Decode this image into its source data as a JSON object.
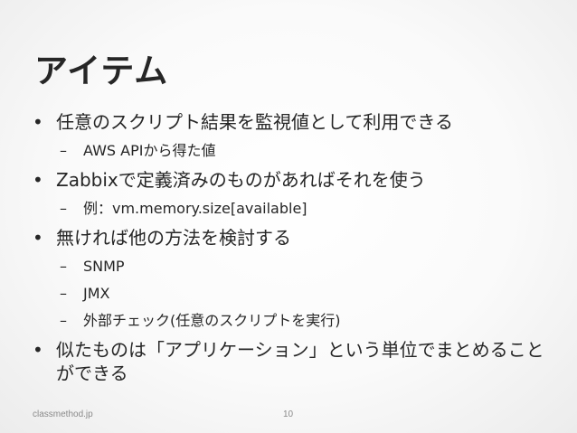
{
  "slide": {
    "title": "アイテム",
    "bullet_glyph": "•",
    "dash_glyph": "–",
    "items": [
      {
        "text": "任意のスクリプト結果を監視値として利用できる",
        "subitems": [
          "AWS APIから得た値"
        ]
      },
      {
        "text": "Zabbixで定義済みのものがあればそれを使う",
        "subitems": [
          "例：vm.memory.size[available]"
        ]
      },
      {
        "text": "無ければ他の方法を検討する",
        "subitems": [
          "SNMP",
          "JMX",
          "外部チェック(任意のスクリプトを実行)"
        ]
      },
      {
        "text": "似たものは「アプリケーション」という単位でまとめることができる",
        "subitems": []
      }
    ]
  },
  "footer": {
    "source": "classmethod.jp",
    "page_number": "10"
  }
}
